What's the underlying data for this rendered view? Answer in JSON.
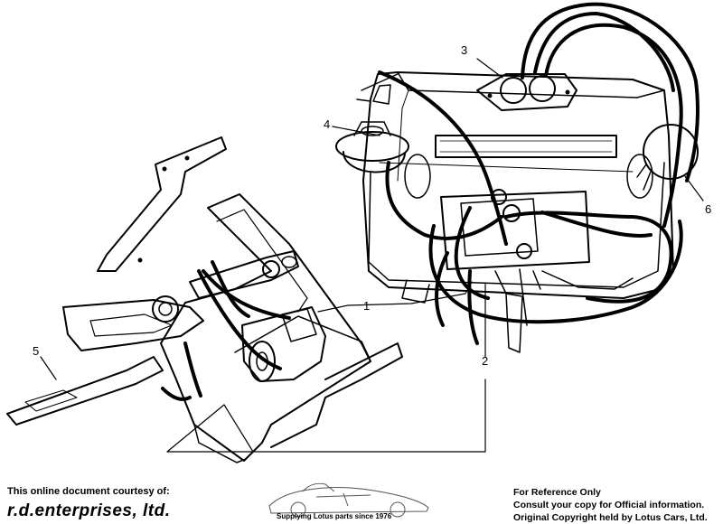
{
  "callouts": [
    {
      "id": "1",
      "label": "1"
    },
    {
      "id": "2",
      "label": "2"
    },
    {
      "id": "3",
      "label": "3"
    },
    {
      "id": "4",
      "label": "4"
    },
    {
      "id": "5",
      "label": "5"
    },
    {
      "id": "6",
      "label": "6"
    }
  ],
  "footer": {
    "courtesy_line": "This online document courtesy of:",
    "company_name": "r.d.enterprises, ltd.",
    "tagline": "Supplying Lotus parts since 1976",
    "disclaimer_lines": [
      "For Reference Only",
      "Consult your copy for Official information.",
      "Original Copyright held by Lotus Cars, Ltd."
    ]
  },
  "colors": {
    "ink": "#000000",
    "paper": "#ffffff"
  }
}
